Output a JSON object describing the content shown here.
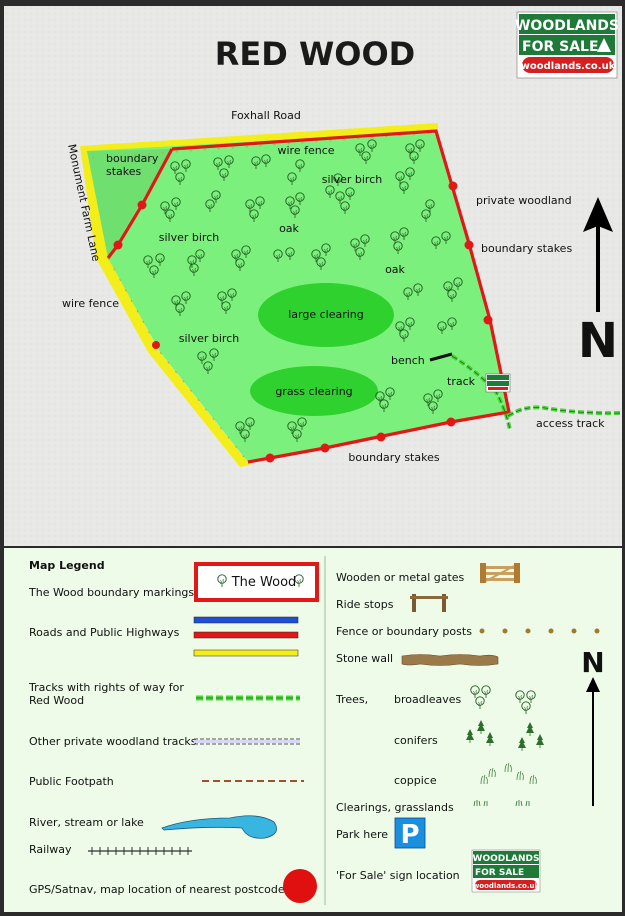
{
  "map": {
    "title": "RED WOOD",
    "roads": {
      "top": "Foxhall Road",
      "left": "Monument Farm Lane"
    },
    "labels": {
      "wire_fence_top": "wire fence",
      "boundary_stakes_tl": "boundary",
      "boundary_stakes_tl2": "stakes",
      "silver_birch_1": "silver birch",
      "silver_birch_2": "silver birch",
      "silver_birch_3": "silver birch",
      "oak_1": "oak",
      "oak_2": "oak",
      "private_woodland": "private woodland",
      "boundary_stakes_right": "boundary stakes",
      "wire_fence_left": "wire fence",
      "large_clearing": "large clearing",
      "grass_clearing": "grass clearing",
      "bench": "bench",
      "track": "track",
      "access_track": "access track",
      "boundary_stakes_bottom": "boundary stakes"
    },
    "north": "N"
  },
  "logo": {
    "line1": "WOODLANDS",
    "line2": "FOR SALE",
    "url": "woodlands.co.uk"
  },
  "legend": {
    "title": "Map Legend",
    "wood_sample": "The Wood",
    "left": [
      "The Wood boundary markings",
      "Roads and Public Highways",
      "Tracks with rights of way for",
      "Red Wood",
      "Other private woodland tracks",
      "Public Footpath",
      "River, stream or lake",
      "Railway",
      "GPS/Satnav, map location of nearest postcode"
    ],
    "right": [
      "Wooden or metal gates",
      "Ride stops",
      "Fence or boundary posts",
      "Stone wall",
      "Trees,",
      "broadleaves",
      "conifers",
      "coppice",
      "Clearings, grasslands",
      "Park here",
      "'For Sale'  sign location"
    ],
    "park_symbol": "P",
    "north": "N"
  },
  "colors": {
    "wood_fill": "#7cf07c",
    "boundary": "#e01818",
    "road_yellow": "#f3ee1a",
    "clearing": "#2fd12f",
    "track": "#4cd43a",
    "logo_green": "#1f7a3a"
  }
}
